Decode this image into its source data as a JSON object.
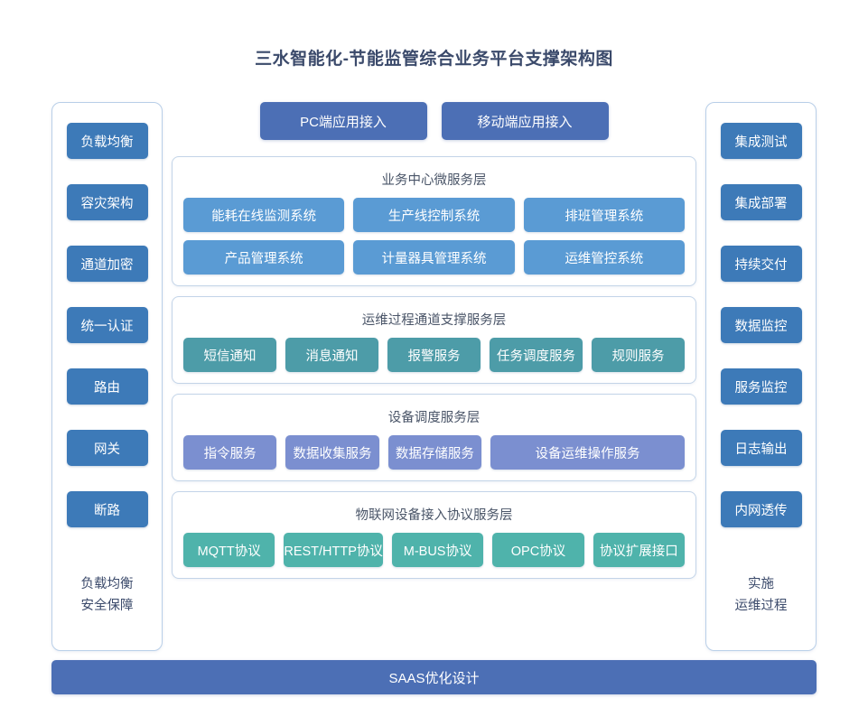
{
  "title": "三水智能化-节能监管综合业务平台支撑架构图",
  "colors": {
    "title_text": "#3b4a6b",
    "access_button": "#4c6fb5",
    "sidebar_button": "#3d7ab8",
    "business_cell": "#5a9bd4",
    "process_cell": "#4d9ca8",
    "device_cell": "#7b8fd0",
    "protocol_cell": "#4fb3ab",
    "panel_border": "#c3d4e8",
    "bottom_bar": "#4c6fb5"
  },
  "left_panel": {
    "items": [
      {
        "label": "负载均衡"
      },
      {
        "label": "容灾架构"
      },
      {
        "label": "通道加密"
      },
      {
        "label": "统一认证"
      },
      {
        "label": "路由"
      },
      {
        "label": "网关"
      },
      {
        "label": "断路"
      }
    ],
    "footer_line1": "负载均衡",
    "footer_line2": "安全保障"
  },
  "right_panel": {
    "items": [
      {
        "label": "集成测试"
      },
      {
        "label": "集成部署"
      },
      {
        "label": "持续交付"
      },
      {
        "label": "数据监控"
      },
      {
        "label": "服务监控"
      },
      {
        "label": "日志输出"
      },
      {
        "label": "内网透传"
      }
    ],
    "footer_line1": "实施",
    "footer_line2": "运维过程"
  },
  "access": {
    "buttons": [
      {
        "label": "PC端应用接入"
      },
      {
        "label": "移动端应用接入"
      }
    ]
  },
  "layers": [
    {
      "title": "业务中心微服务层",
      "rows": [
        [
          {
            "label": "能耗在线监测系统"
          },
          {
            "label": "生产线控制系统"
          },
          {
            "label": "排班管理系统"
          }
        ],
        [
          {
            "label": "产品管理系统"
          },
          {
            "label": "计量器具管理系统"
          },
          {
            "label": "运维管控系统"
          }
        ]
      ]
    },
    {
      "title": "运维过程通道支撑服务层",
      "rows": [
        [
          {
            "label": "短信通知"
          },
          {
            "label": "消息通知"
          },
          {
            "label": "报警服务"
          },
          {
            "label": "任务调度服务"
          },
          {
            "label": "规则服务"
          }
        ]
      ]
    },
    {
      "title": "设备调度服务层",
      "rows": [
        [
          {
            "label": "指令服务"
          },
          {
            "label": "数据收集服务"
          },
          {
            "label": "数据存储服务"
          },
          {
            "label": "设备运维操作服务"
          }
        ]
      ]
    },
    {
      "title": "物联网设备接入协议服务层",
      "rows": [
        [
          {
            "label": "MQTT协议"
          },
          {
            "label": "REST/HTTP协议"
          },
          {
            "label": "M-BUS协议"
          },
          {
            "label": "OPC协议"
          },
          {
            "label": "协议扩展接口"
          }
        ]
      ]
    }
  ],
  "bottom_bar": {
    "label": "SAAS优化设计"
  }
}
